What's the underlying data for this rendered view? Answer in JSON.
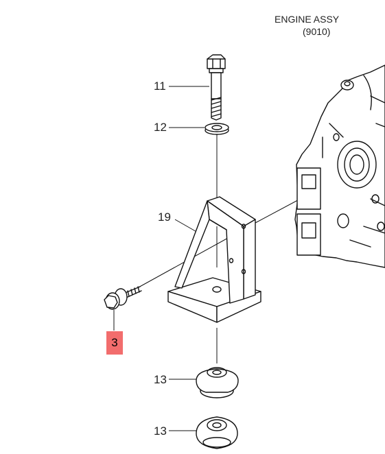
{
  "header": {
    "assembly_name": "ENGINE ASSY",
    "assembly_code": "(9010)"
  },
  "callouts": {
    "bolt_long": "11",
    "washer": "12",
    "bracket": "19",
    "bolt_short": "3",
    "mount_upper": "13",
    "mount_lower": "13"
  },
  "colors": {
    "highlight": "#f26d6d",
    "line": "#111111"
  }
}
